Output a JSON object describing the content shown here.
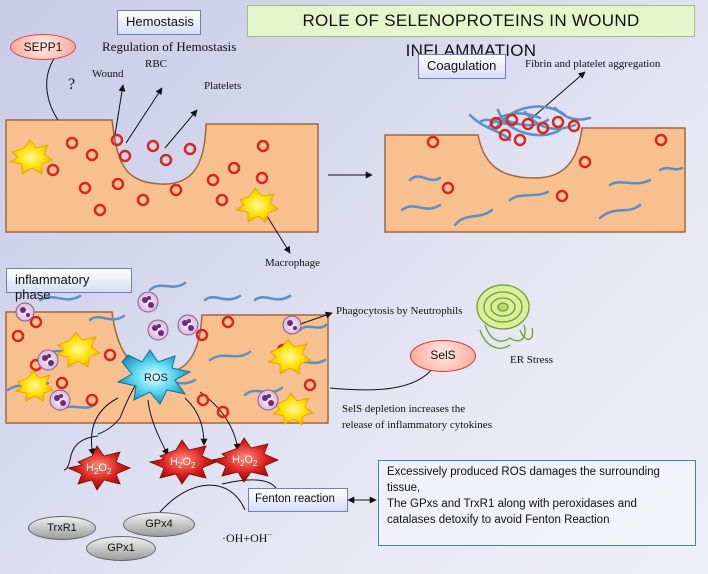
{
  "title": "ROLE OF SELENOPROTEINS IN WOUND INFLAMMATION",
  "sections": {
    "hemostasis": "Hemostasis",
    "coagulation": "Coagulation",
    "inflammatory": "inflammatory phase"
  },
  "labels": {
    "sepp1": "SEPP1",
    "question": "?",
    "regulation": "Regulation  of Hemostasis",
    "wound": "Wound",
    "rbc": "RBC",
    "platelets": "Platelets",
    "macrophage": "Macrophage",
    "fibrin": "Fibrin and platelet  aggregation",
    "phagocytosis": "Phagocytosis  by  Neutrophils",
    "sels": "SelS",
    "er_stress": "ER Stress",
    "ros": "ROS",
    "sels_depletion_1": "SelS depletion increases the",
    "sels_depletion_2": "release of inflammatory  cytokines",
    "fenton": "Fenton reaction",
    "oh_base": "·OH+OH",
    "oh_sup": "−",
    "trxr1": "TrxR1",
    "gpx4": "GPx4",
    "gpx1": "GPx1",
    "h2o2_base": "H",
    "h2o2_o": "O",
    "h2o2_sub": "2"
  },
  "info": {
    "line1": "Excessively produced   ROS damages the surrounding",
    "line2": "tissue,",
    "line3": "The  GPxs  and  TrxR1  along  with peroxidases  and",
    "line4": "catalases detoxify  to avoid Fenton Reaction"
  }
}
